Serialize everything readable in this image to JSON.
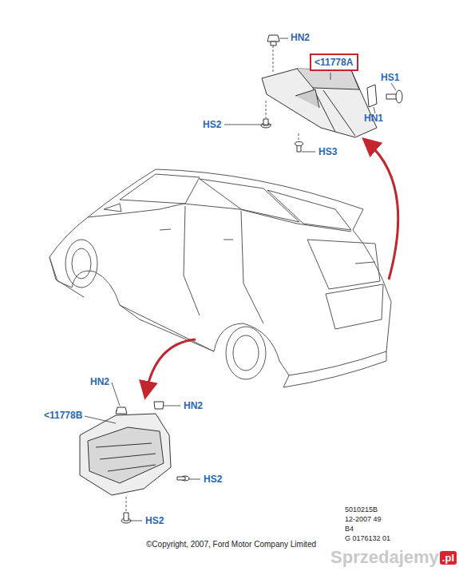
{
  "diagram": {
    "nodes": [
      {
        "text": [
          "<11778A"
        ]
      }
    ],
    "labels": [
      "HN2",
      "HS1",
      "HN1",
      "HS2",
      "HS3",
      "HN2",
      "<11778B",
      "HN2",
      "HS2",
      "HS2",
      "5010215B",
      "12-2007 49",
      "B4",
      "G 0176132 01",
      "©Copyright, 2007, Ford Motor Company Limited",
      "Sprzedajemy",
      ".pl"
    ]
  }
}
